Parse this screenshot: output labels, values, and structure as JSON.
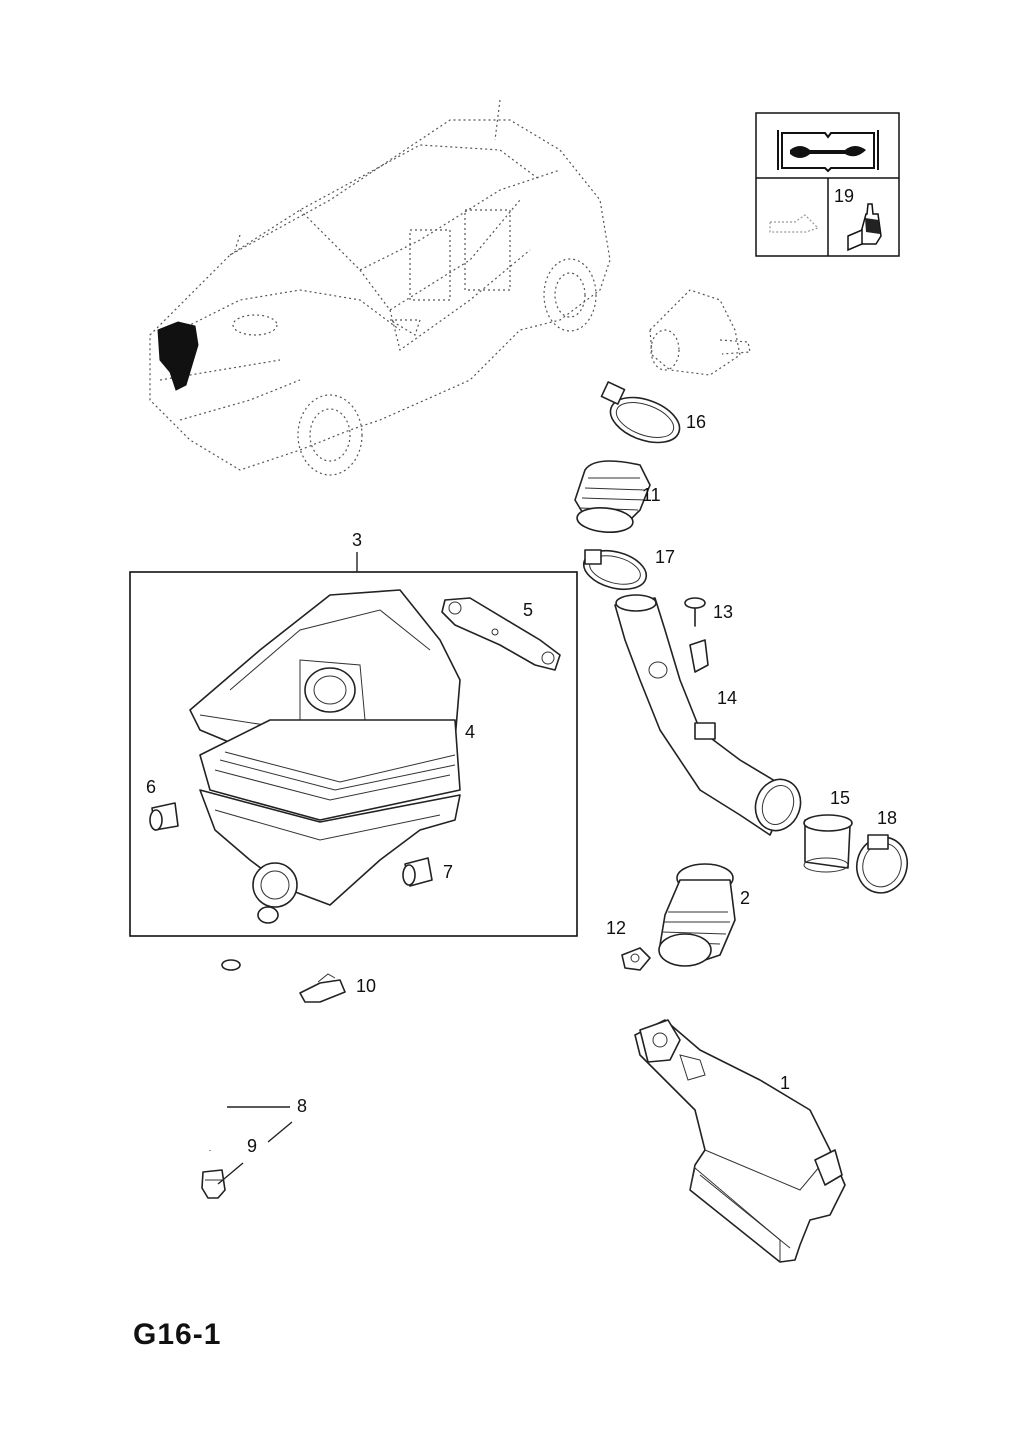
{
  "page_id": "G16-1",
  "callouts": {
    "c1": "1",
    "c2": "2",
    "c3": "3",
    "c4": "4",
    "c5": "5",
    "c6": "6",
    "c7": "7",
    "c8": "8",
    "c9": "9",
    "c10": "10",
    "c11": "11",
    "c12": "12",
    "c13": "13",
    "c14": "14",
    "c15": "15",
    "c16": "16",
    "c17": "17",
    "c18": "18",
    "c19": "19"
  },
  "icons": {
    "manual": "manual-book-wrench-icon",
    "sealant": "sealant-tube-icon",
    "lubricant": "lubricant-oil-can-icon"
  }
}
